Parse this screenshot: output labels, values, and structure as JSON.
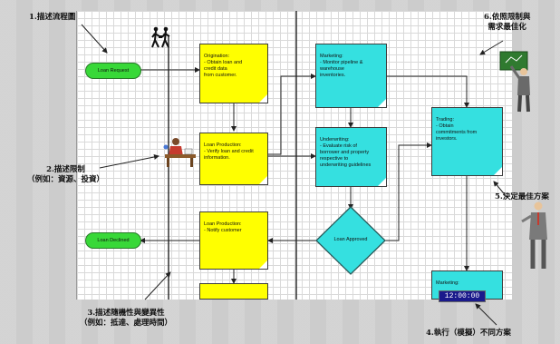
{
  "annotations": {
    "describe_flow": "1.描述流程圖",
    "describe_constraints": "2.描述限制\n（例如：資源、投資）",
    "describe_randomness": "3.描述隨機性與變異性\n（例如：抵達、處理時間）",
    "execute_scenarios": "4.執行（模擬）不同方案",
    "decide_best": "5.決定最佳方案",
    "optimize": "6.依照限制與\n需求最佳化"
  },
  "nodes": {
    "loan_request": "Loan Request",
    "loan_declined": "Loan Declined",
    "origination": "Origination:\n- Obtain loan and\ncredit data\nfrom customer.",
    "loan_production_verify": "Loan Production:\n- Verify loan and credit\ninformation.",
    "loan_production_notify": "Loan Production:\n- Notify customer",
    "marketing_monitor": "Marketing:\n- Monitor pipeline &\nwarehouse\ninventories.",
    "underwriting": "Underwriting:\n- Evaluate risk of\nborrower and property\nrespective to\nunderwriting guidelines",
    "loan_approved": "Loan Approved",
    "trading": "Trading:\n- Obtain\ncommitments from\ninvestors.",
    "marketing_bottom": "Marketing:"
  },
  "timer": "12:00:00",
  "colors": {
    "task_yellow": "#ffff00",
    "task_cyan": "#35e0e0",
    "terminal_green": "#38d838",
    "timer_bg": "#1a1a8c"
  },
  "icons": [
    "walking-people-icon",
    "person-at-desk-icon",
    "presenter-at-board-icon",
    "businessman-icon"
  ]
}
